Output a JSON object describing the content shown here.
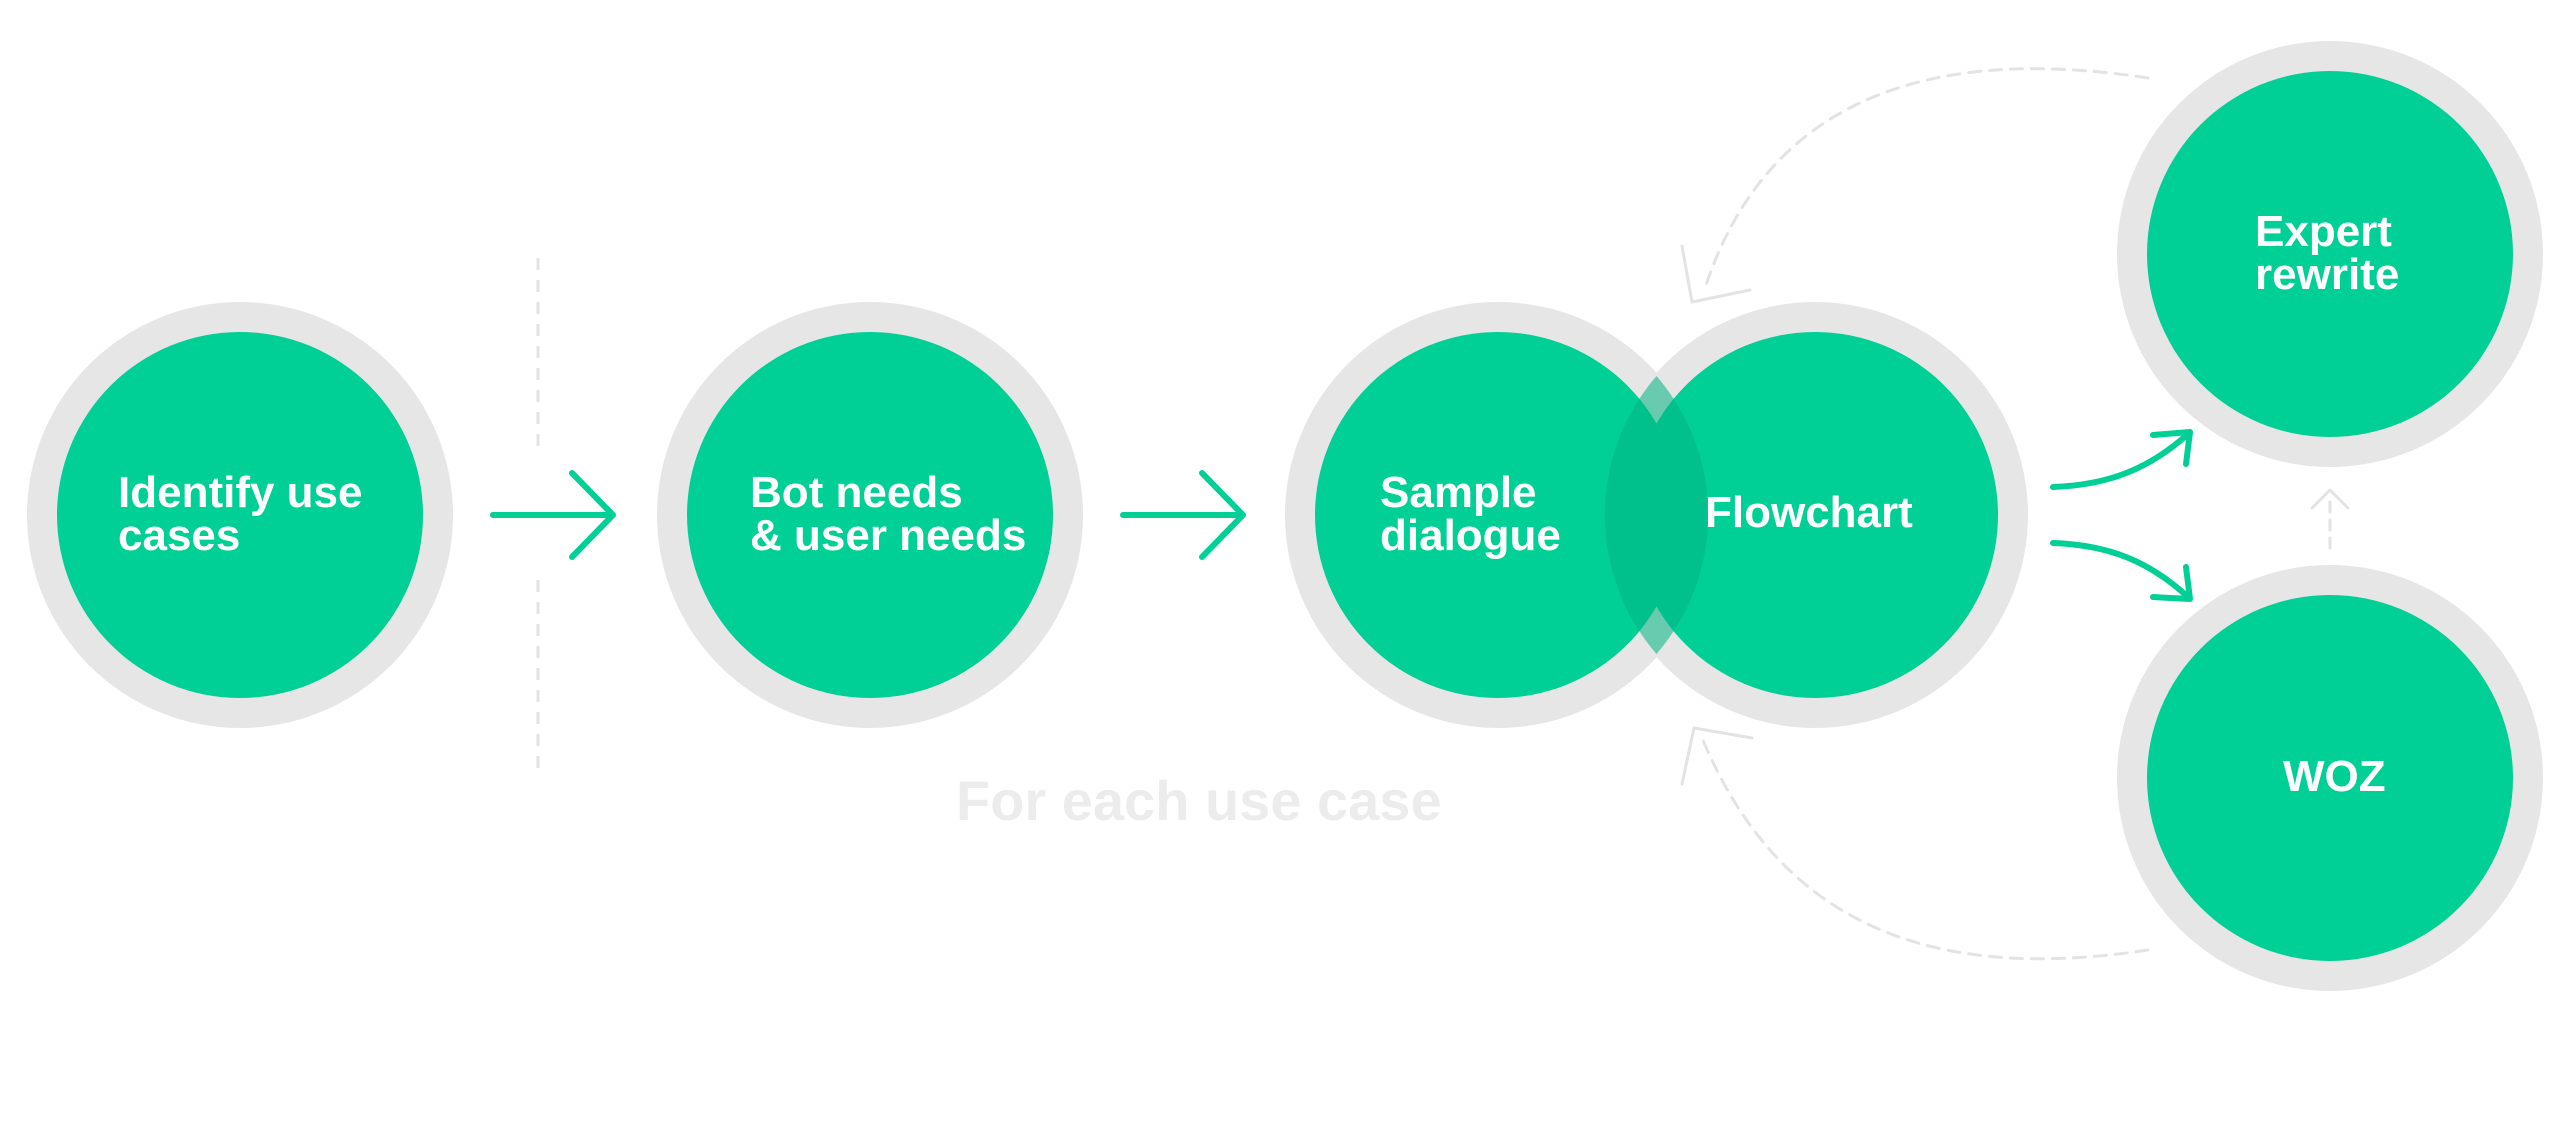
{
  "colors": {
    "node_fill": "#00cf96",
    "node_ring": "#e6e6e6",
    "overlap_shade": "#00b584",
    "arrow": "#00cf96",
    "dashed_line": "#e3e3e3",
    "caption": "#ececec"
  },
  "nodes": {
    "identify": {
      "line1": "Identify use",
      "line2": "cases"
    },
    "bot_needs": {
      "line1": "Bot needs",
      "line2": "& user needs"
    },
    "sample": {
      "line1": "Sample",
      "line2": "dialogue"
    },
    "flowchart": {
      "label": "Flowchart"
    },
    "expert": {
      "line1": "Expert",
      "line2": "rewrite"
    },
    "woz": {
      "label": "WOZ"
    }
  },
  "caption": "For each use case",
  "icons": {
    "arrows": "arrow-right-icon",
    "branch": "curved-arrow-icon",
    "feedback": "dashed-return-arrow-icon"
  }
}
